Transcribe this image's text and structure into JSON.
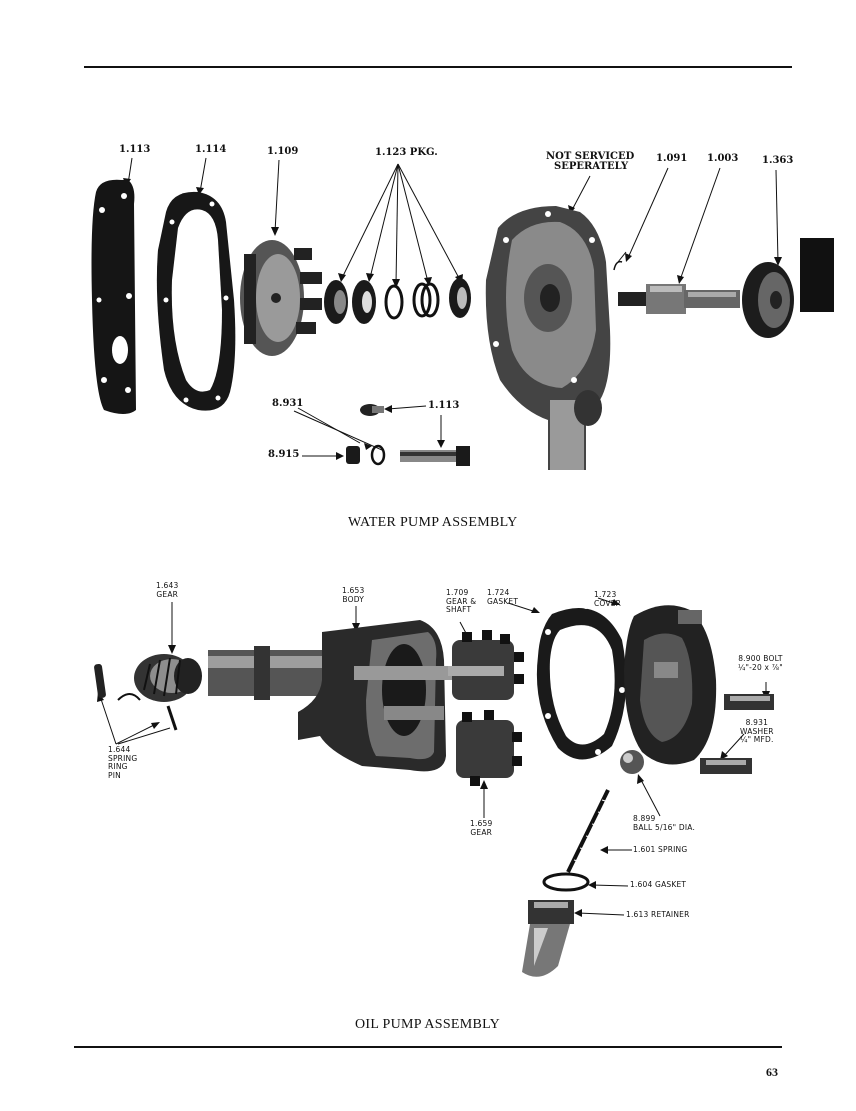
{
  "page": {
    "number": "63"
  },
  "water_pump": {
    "caption": "WATER PUMP ASSEMBLY",
    "labels": {
      "l1113a": "1.113",
      "l1114": "1.114",
      "l1109": "1.109",
      "l1123": "1.123 PKG.",
      "not_serviced_1": "NOT SERVICED",
      "not_serviced_2": "SEPERATELY",
      "l1091": "1.091",
      "l1003": "1.003",
      "l1363": "1.363",
      "l8931": "8.931",
      "l1113b": "1.113",
      "l8915": "8.915"
    }
  },
  "oil_pump": {
    "caption": "OIL PUMP ASSEMBLY",
    "labels": {
      "gear1643_1": "1.643",
      "gear1643_2": "GEAR",
      "body1653_1": "1.653",
      "body1653_2": "BODY",
      "g1709_1": "1.709",
      "g1709_2": "GEAR &",
      "g1709_3": "SHAFT",
      "gk1724_1": "1.724",
      "gk1724_2": "GASKET",
      "cv1723_1": "1.723",
      "cv1723_2": "COVER",
      "bolt_1": "8.900 BOLT",
      "bolt_2": "¼\"-20 x ⅞\"",
      "wash_1": "8.931",
      "wash_2": "WASHER",
      "wash_3": "¼\" MFD.",
      "pin_1": "1.644",
      "pin_2": "SPRING",
      "pin_3": "RING",
      "pin_4": "PIN",
      "g1659_1": "1.659",
      "g1659_2": "GEAR",
      "ball_1": "8.899",
      "ball_2": "BALL 5/16\" DIA.",
      "spring": "1.601 SPRING",
      "gasket": "1.604 GASKET",
      "retainer": "1.613 RETAINER"
    }
  }
}
